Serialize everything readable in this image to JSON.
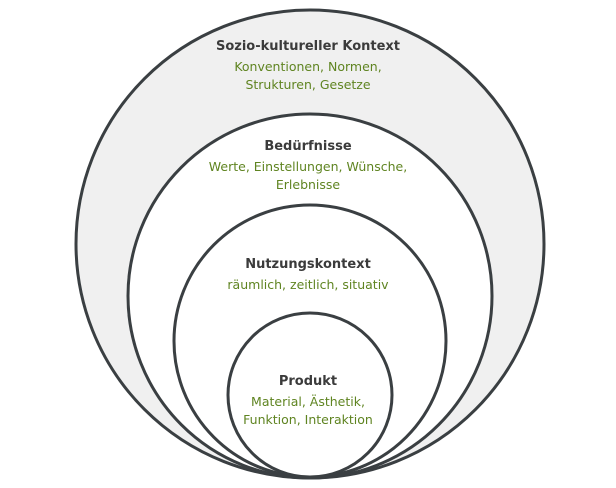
{
  "colors": {
    "outer_fill": "#f0f0f0",
    "inner_fill": "#ffffff",
    "stroke": "#3a3f42",
    "title_color": "#3b3b3b",
    "desc_color": "#5f8421"
  },
  "rings": [
    {
      "title": "Sozio-kultureller Kontext",
      "desc_lines": [
        "Konventionen, Normen,",
        "Strukturen, Gesetze"
      ]
    },
    {
      "title": "Bedürfnisse",
      "desc_lines": [
        "Werte, Einstellungen, Wünsche,",
        "Erlebnisse"
      ]
    },
    {
      "title": "Nutzungskontext",
      "desc_lines": [
        "räumlich, zeitlich, situativ"
      ]
    },
    {
      "title": "Produkt",
      "desc_lines": [
        "Material, Ästhetik,",
        "Funktion, Interaktion"
      ]
    }
  ]
}
